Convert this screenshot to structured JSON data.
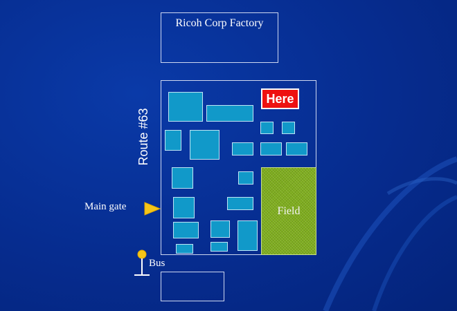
{
  "map": {
    "factory_label": "Ricoh Corp Factory",
    "here_label": "Here",
    "field_label": "Field",
    "route_label": "Route #63",
    "gate_label": "Main gate",
    "bus_label": "Bus"
  },
  "colors": {
    "background": "#062c8f",
    "building": "#1199c9",
    "here": "#ee1111",
    "field": "#7fae1e",
    "gate_marker": "#f5c518",
    "bus_stop": "#f5c518"
  },
  "icons": {
    "gate": "gate-arrow-icon",
    "bus": "bus-stop-icon"
  }
}
